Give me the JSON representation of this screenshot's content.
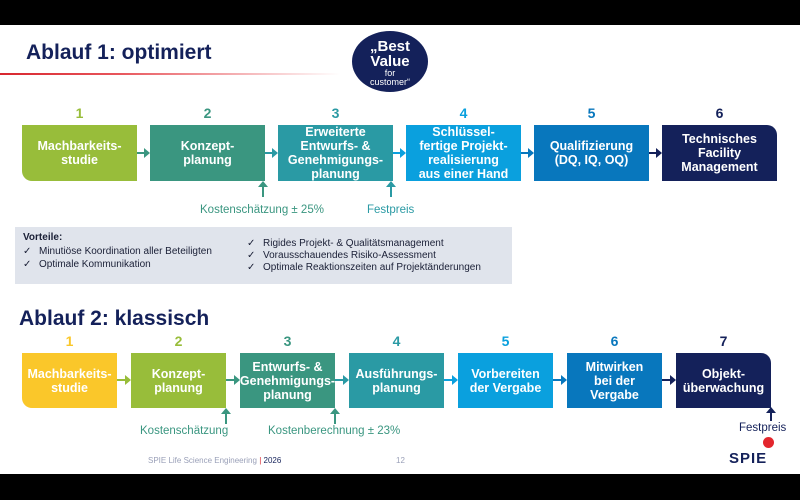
{
  "slide": {
    "title1": "Ablauf 1: optimiert",
    "title2": "Ablauf 2: klassisch",
    "badge": {
      "line1": "„Best",
      "line2": "Value",
      "line3": "for",
      "line4": "customer“"
    },
    "colors": {
      "navy": "#14215a",
      "red": "#d8262e"
    }
  },
  "flow1": {
    "steps": [
      {
        "num": "1",
        "label": "Machbarkeits-\nstudie",
        "color": "#98bd3a"
      },
      {
        "num": "2",
        "label": "Konzept-\nplanung",
        "color": "#3a9680"
      },
      {
        "num": "3",
        "label": "Erweiterte\nEntwurfs- &\nGenehmigungs-\nplanung",
        "color": "#2a9aa4"
      },
      {
        "num": "4",
        "label": "Schlüssel-\nfertige Projekt-\nrealisierung\naus einer Hand",
        "color": "#0aa0de"
      },
      {
        "num": "5",
        "label": "Qualifizierung\n(DQ, IQ, OQ)",
        "color": "#0877bd"
      },
      {
        "num": "6",
        "label": "Technisches\nFacility\nManagement",
        "color": "#14215a"
      }
    ],
    "notes": [
      {
        "text": "Kostenschätzung ± 25%"
      },
      {
        "text": "Festpreis"
      }
    ]
  },
  "vorteile": {
    "heading": "Vorteile:",
    "check": "✓",
    "left": [
      "Minutiöse Koordination aller Beteiligten",
      "Optimale Kommunikation"
    ],
    "right": [
      "Rigides Projekt- & Qualitätsmanagement",
      "Vorausschauendes Risiko-Assessment",
      "Optimale Reaktionszeiten auf Projektänderungen"
    ]
  },
  "flow2": {
    "steps": [
      {
        "num": "1",
        "label": "Machbarkeits-\nstudie",
        "color": "#fac72a"
      },
      {
        "num": "2",
        "label": "Konzept-\nplanung",
        "color": "#98bd3a"
      },
      {
        "num": "3",
        "label": "Entwurfs- &\nGenehmigungs-\nplanung",
        "color": "#3a9680"
      },
      {
        "num": "4",
        "label": "Ausführungs-\nplanung",
        "color": "#2a9aa4"
      },
      {
        "num": "5",
        "label": "Vorbereiten\nder Vergabe",
        "color": "#0aa0de"
      },
      {
        "num": "6",
        "label": "Mitwirken\nbei der\nVergabe",
        "color": "#0877bd"
      },
      {
        "num": "7",
        "label": "Objekt-\nüberwachung",
        "color": "#14215a"
      }
    ],
    "notes": [
      {
        "text": "Kostenschätzung"
      },
      {
        "text": "Kostenberechnung ± 23%"
      },
      {
        "text": "Festpreis"
      }
    ]
  },
  "footer": {
    "company": "SPIE Life Science Engineering",
    "year": "2026",
    "page": "12",
    "logo": "SPIE"
  }
}
